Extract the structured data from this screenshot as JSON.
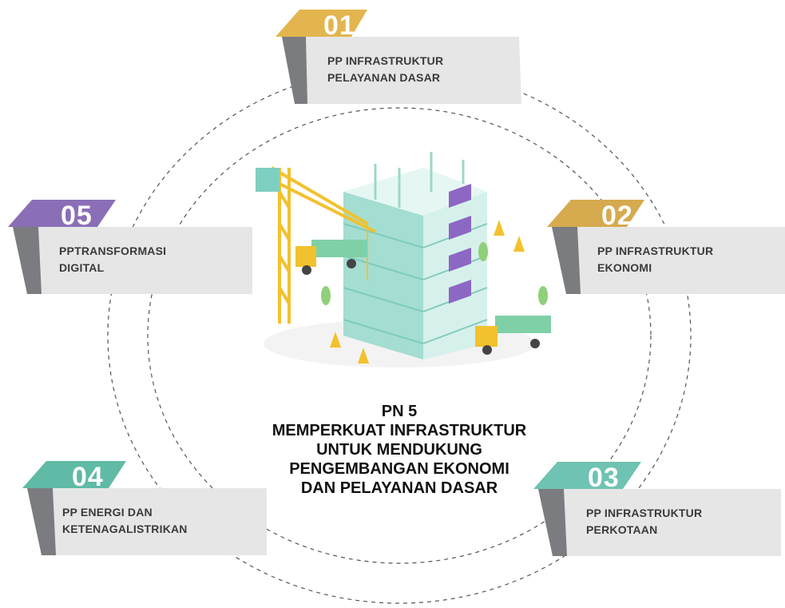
{
  "center": {
    "lines": [
      "PN 5",
      "MEMPERKUAT INFRASTRUKTUR",
      "UNTUK MENDUKUNG",
      "PENGEMBANGAN EKONOMI",
      "DAN PELAYANAN DASAR"
    ]
  },
  "items": [
    {
      "number": "01",
      "lines": [
        "PP INFRASTRUKTUR",
        "PELAYANAN DASAR"
      ],
      "color": "#e3b54f"
    },
    {
      "number": "02",
      "lines": [
        "PP INFRASTRUKTUR",
        "EKONOMI"
      ],
      "color": "#d6aa4e"
    },
    {
      "number": "03",
      "lines": [
        "PP INFRASTRUKTUR",
        "PERKOTAAN"
      ],
      "color": "#6fc3b2"
    },
    {
      "number": "04",
      "lines": [
        "PP ENERGI DAN",
        "KETENAGALISTRIKAN"
      ],
      "color": "#5fbaa6"
    },
    {
      "number": "05",
      "lines": [
        "PPTRANSFORMASI",
        "DIGITAL"
      ],
      "color": "#8a6fb6"
    }
  ],
  "colors": {
    "card_bg": "#e6e6e6",
    "card_shadow": "#7a7c80",
    "ring": "#555555",
    "building_teal": "#8fd6c9",
    "building_purple": "#8d67c4",
    "crane_yellow": "#f2c12e"
  }
}
